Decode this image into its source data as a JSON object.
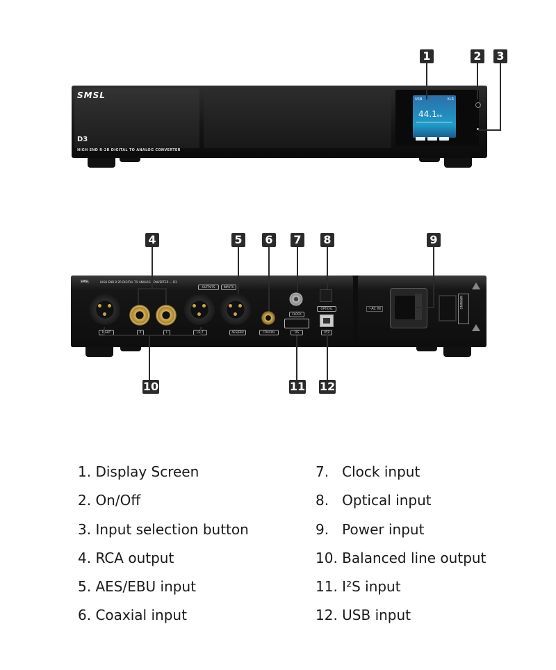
{
  "front_panel": {
    "brand": "SMSL",
    "model": "D3",
    "tagline": "HIGH END R-2R DIGITAL TO ANALOG CONVERTER",
    "screen": {
      "input": "USB",
      "output": "XLR",
      "rate": "44.1",
      "unit": "kHz"
    }
  },
  "rear_panel": {
    "header": "HIGH END R-2R DIGITAL TO ANALOG CONVERTER — D3",
    "outputs_label": "OUTPUTS",
    "inputs_label": "INPUTS",
    "right_label": "RIGHT",
    "r_label": "R",
    "l_label": "L",
    "left_label": "LEFT",
    "aes_label": "AES/EBU",
    "coaxial_label": "COAXIAL",
    "clock_label": "CLOCK",
    "optical_label": "OPTICAL",
    "i2s_label": "I2S",
    "usb_label": "USB",
    "ac_in_label": "~AC IN",
    "warning_label": "WARNING"
  },
  "callouts": [
    "1",
    "2",
    "3",
    "4",
    "5",
    "6",
    "7",
    "8",
    "9",
    "10",
    "11",
    "12"
  ],
  "legend": {
    "left": [
      "1. Display Screen",
      "2. On/Off",
      "3. Input selection button",
      "4. RCA output",
      "5. AES/EBU input",
      "6. Coaxial input"
    ],
    "right": [
      "7.   Clock input",
      "8.   Optical input",
      "9.   Power input",
      "10. Balanced line output",
      "11. I²S input",
      "12. USB input"
    ]
  }
}
